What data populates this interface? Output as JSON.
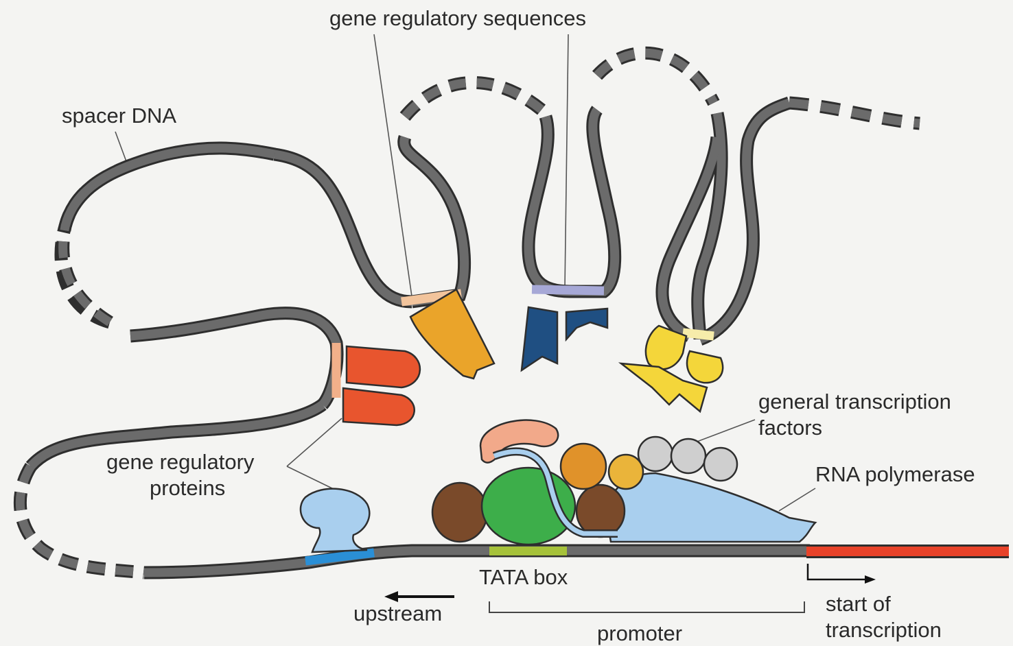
{
  "labels": {
    "gene_regulatory_sequences": "gene regulatory sequences",
    "spacer_dna": "spacer DNA",
    "gene_regulatory_proteins_line1": "gene regulatory",
    "gene_regulatory_proteins_line2": "proteins",
    "general_transcription_factors_line1": "general transcription",
    "general_transcription_factors_line2": "factors",
    "rna_polymerase": "RNA polymerase",
    "tata_box": "TATA box",
    "upstream": "upstream",
    "promoter": "promoter",
    "start_of_transcription_line1": "start of",
    "start_of_transcription_line2": "transcription"
  },
  "colors": {
    "background": "#f4f4f2",
    "dna": "#6b6b6b",
    "dna_outline": "#2e2e2e",
    "transcribed_region": "#e8432a",
    "tata_box": "#a6c23a",
    "upstream_site": "#2a8fd6",
    "regulator_red": "#e8552e",
    "regulator_orange": "#eaa42a",
    "regulator_navy": "#1f4f82",
    "regulator_yellow": "#f4d63a",
    "rna_polymerase": "#a9cfee",
    "tfiid_green": "#3dae4a",
    "factor_brown": "#7a4a2a",
    "factor_orange": "#e0922a",
    "factor_peach": "#f2a98a",
    "factor_grey": "#cfcfcf"
  }
}
